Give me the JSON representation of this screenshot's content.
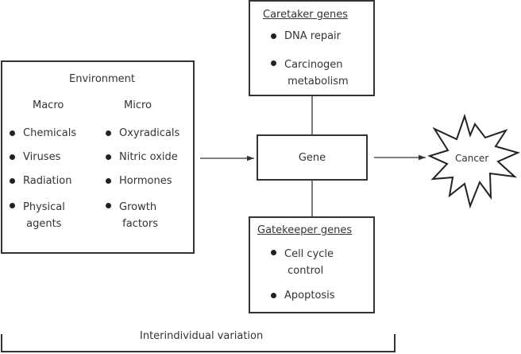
{
  "environment": {
    "title": "Environment",
    "macro": {
      "heading": "Macro",
      "items": [
        "Chemicals",
        "Viruses",
        "Radiation",
        "Physical\n agents"
      ]
    },
    "micro": {
      "heading": "Micro",
      "items": [
        "Oxyradicals",
        "Nitric oxide",
        "Hormones",
        "Growth\n factors"
      ]
    }
  },
  "caretaker": {
    "title": "Caretaker genes",
    "items": [
      "DNA repair",
      "Carcinogen\n metabolism"
    ]
  },
  "gene": {
    "label": "Gene"
  },
  "gatekeeper": {
    "title": "Gatekeeper genes",
    "items": [
      "Cell cycle\n control",
      "Apoptosis"
    ]
  },
  "outcome": {
    "label": "Cancer"
  },
  "bracket": {
    "label": "Interindividual variation"
  }
}
